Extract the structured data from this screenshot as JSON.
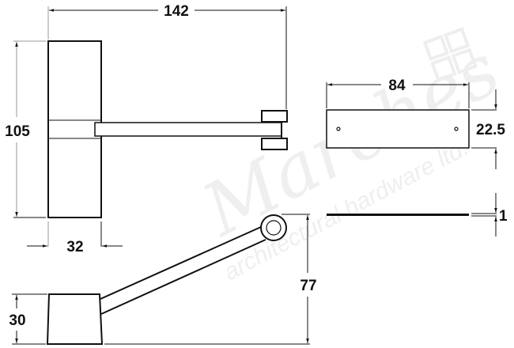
{
  "drawing": {
    "views": {
      "front": {
        "overall_width": "142",
        "height": "105",
        "base_width": "32"
      },
      "side": {
        "base_height": "30",
        "arm_height": "77"
      },
      "plate": {
        "width": "84",
        "height": "22.5",
        "thickness": "1"
      }
    },
    "watermark": {
      "brand": "Marches",
      "tagline": "architectural hardware ltd."
    },
    "colors": {
      "line": "#111111",
      "dimension_line": "#111111",
      "extension_line": "#9a9a9a",
      "watermark": "#efefef"
    }
  }
}
